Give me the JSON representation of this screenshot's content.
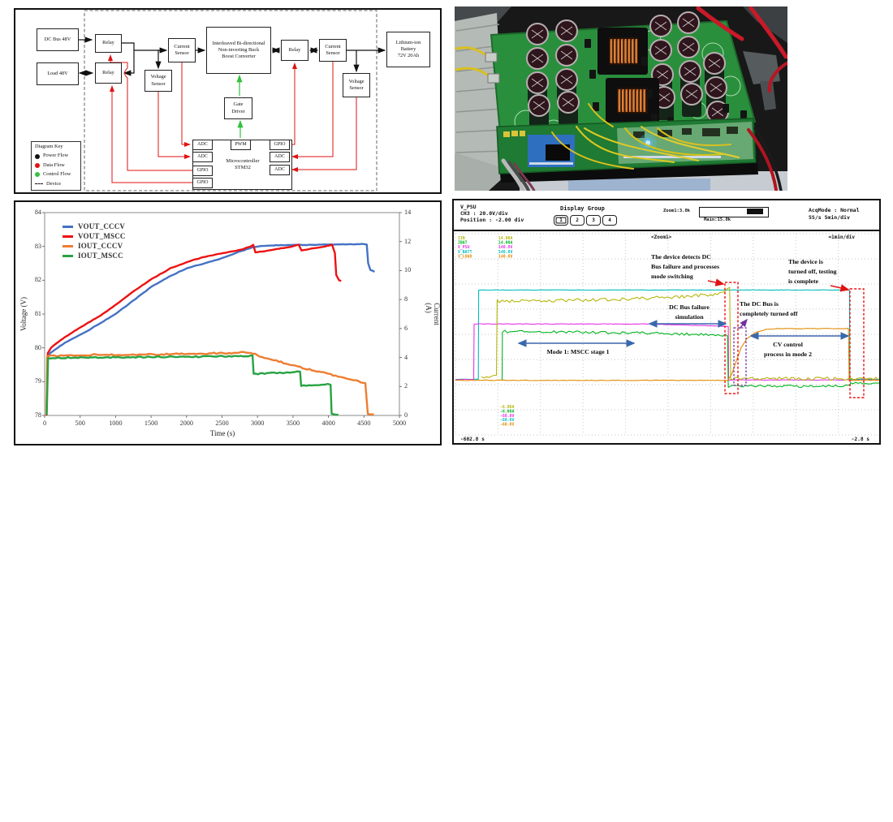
{
  "diagram": {
    "boxes": {
      "dc_bus": "DC Bus 48V",
      "load": "Load 48V",
      "relay_in": "Relay",
      "relay_load": "Relay",
      "current_sensor_left": "Current\nSensor",
      "voltage_sensor_left": "Voltage\nSensor",
      "converter": "Interleaved Bi-directional\nNon-inverting Buck\nBoost Converter",
      "gate_driver": "Gate\nDriver",
      "relay_bat": "Relay",
      "current_sensor_right": "Current\nSensor",
      "voltage_sensor_right": "Voltage\nSensor",
      "battery": "Lithium-ion\nBattery\n72V 20Ah",
      "mcu": "Microcontroller\nSTM32",
      "pwm": "PWM"
    },
    "ports_left": [
      "ADC",
      "ADC",
      "GPIO",
      "GPIO"
    ],
    "ports_right": [
      "GPIO",
      "ADC",
      "ADC"
    ],
    "key": {
      "title": "Diagram Key",
      "items": [
        {
          "label": "Power Flow",
          "color": "#111111",
          "marker": "dot"
        },
        {
          "label": "Data Flow",
          "color": "#e01212",
          "marker": "dot"
        },
        {
          "label": "Control Flow",
          "color": "#35c13f",
          "marker": "dot"
        },
        {
          "label": "Device",
          "color": "#111111",
          "marker": "dash"
        }
      ]
    }
  },
  "chart_data": [
    {
      "type": "line",
      "title": "",
      "xlabel": "Time (s)",
      "ylabel": "Voltage (V)",
      "y2label": "Current (A)",
      "xlim": [
        0,
        5000
      ],
      "ylim": [
        78,
        84
      ],
      "y2lim": [
        0,
        14
      ],
      "xticks": [
        0,
        500,
        1000,
        1500,
        2000,
        2500,
        3000,
        3500,
        4000,
        4500,
        5000
      ],
      "yticks": [
        78,
        79,
        80,
        81,
        82,
        83,
        84
      ],
      "y2ticks": [
        0,
        2,
        4,
        6,
        8,
        10,
        12,
        14
      ],
      "grid": false,
      "legend_position": "top-left-inside",
      "series": [
        {
          "name": "VOUT_CCCV",
          "axis": "left",
          "color": "#4472c4",
          "noise": 0.6,
          "points": [
            [
              25,
              78
            ],
            [
              40,
              79.7
            ],
            [
              80,
              79.85
            ],
            [
              150,
              79.95
            ],
            [
              250,
              80.1
            ],
            [
              400,
              80.28
            ],
            [
              600,
              80.5
            ],
            [
              800,
              80.75
            ],
            [
              1000,
              81.0
            ],
            [
              1250,
              81.4
            ],
            [
              1500,
              81.8
            ],
            [
              1750,
              82.1
            ],
            [
              2000,
              82.35
            ],
            [
              2250,
              82.5
            ],
            [
              2500,
              82.65
            ],
            [
              2750,
              82.85
            ],
            [
              2950,
              82.98
            ],
            [
              3100,
              83.02
            ],
            [
              3400,
              83.04
            ],
            [
              3800,
              83.05
            ],
            [
              4200,
              83.06
            ],
            [
              4500,
              83.07
            ],
            [
              4540,
              83.05
            ],
            [
              4560,
              82.5
            ],
            [
              4590,
              82.3
            ],
            [
              4650,
              82.25
            ]
          ]
        },
        {
          "name": "VOUT_MSCC",
          "axis": "left",
          "color": "#ee1111",
          "noise": 0.6,
          "points": [
            [
              25,
              78
            ],
            [
              45,
              79.85
            ],
            [
              90,
              80.0
            ],
            [
              160,
              80.12
            ],
            [
              260,
              80.28
            ],
            [
              420,
              80.5
            ],
            [
              620,
              80.75
            ],
            [
              820,
              81.0
            ],
            [
              1020,
              81.3
            ],
            [
              1270,
              81.7
            ],
            [
              1520,
              82.05
            ],
            [
              1770,
              82.35
            ],
            [
              2020,
              82.55
            ],
            [
              2270,
              82.7
            ],
            [
              2520,
              82.8
            ],
            [
              2770,
              82.9
            ],
            [
              2900,
              83.0
            ],
            [
              2940,
              83.05
            ],
            [
              2970,
              82.82
            ],
            [
              3100,
              82.86
            ],
            [
              3300,
              82.93
            ],
            [
              3500,
              83.0
            ],
            [
              3580,
              83.05
            ],
            [
              3620,
              82.88
            ],
            [
              3800,
              82.95
            ],
            [
              3950,
              83.0
            ],
            [
              4050,
              83.05
            ],
            [
              4090,
              82.8
            ],
            [
              4110,
              82.15
            ],
            [
              4150,
              82.0
            ],
            [
              4180,
              81.98
            ]
          ]
        },
        {
          "name": "IOUT_CCCV",
          "axis": "right",
          "color": "#ed7d31",
          "noise": 1.8,
          "points": [
            [
              25,
              0.05
            ],
            [
              35,
              4.1
            ],
            [
              300,
              4.15
            ],
            [
              800,
              4.2
            ],
            [
              1400,
              4.2
            ],
            [
              2000,
              4.25
            ],
            [
              2600,
              4.3
            ],
            [
              2900,
              4.35
            ],
            [
              3000,
              4.15
            ],
            [
              3200,
              3.85
            ],
            [
              3500,
              3.45
            ],
            [
              3800,
              3.1
            ],
            [
              4100,
              2.75
            ],
            [
              4350,
              2.45
            ],
            [
              4520,
              2.25
            ],
            [
              4555,
              0.12
            ],
            [
              4640,
              0.08
            ]
          ]
        },
        {
          "name": "IOUT_MSCC",
          "axis": "right",
          "color": "#27a343",
          "noise": 1.5,
          "points": [
            [
              30,
              0.05
            ],
            [
              48,
              3.95
            ],
            [
              400,
              4.0
            ],
            [
              1000,
              4.0
            ],
            [
              1600,
              4.05
            ],
            [
              2200,
              4.05
            ],
            [
              2700,
              4.1
            ],
            [
              2930,
              4.1
            ],
            [
              2945,
              2.85
            ],
            [
              3100,
              2.9
            ],
            [
              3350,
              2.95
            ],
            [
              3560,
              3.0
            ],
            [
              3600,
              3.0
            ],
            [
              3615,
              2.05
            ],
            [
              3800,
              2.1
            ],
            [
              3950,
              2.15
            ],
            [
              4030,
              2.15
            ],
            [
              4045,
              0.1
            ],
            [
              4140,
              0.06
            ]
          ]
        }
      ]
    },
    {
      "type": "line",
      "title": "<Zoom1>",
      "x_unit": "s",
      "xlim": [
        -602.8,
        -2.8
      ],
      "time_per_div": "1min/div",
      "volts_per_div": 20,
      "amps_per_div": 2,
      "series": [
        {
          "name": "V_BATT",
          "unit": "V",
          "color": "#00bdbd",
          "noise": 0.5,
          "points": [
            [
              -602.8,
              1
            ],
            [
              -570.5,
              1
            ],
            [
              -570,
              72
            ],
            [
              -47,
              72
            ],
            [
              -46.5,
              1
            ],
            [
              -2.8,
              1
            ]
          ]
        },
        {
          "name": "V_PSU",
          "unit": "V",
          "color": "#e632e6",
          "noise": 0.5,
          "points": [
            [
              -602.8,
              0.8
            ],
            [
              -577,
              0.8
            ],
            [
              -576.5,
              45
            ],
            [
              -333,
              45
            ],
            [
              -260,
              43.8
            ],
            [
              -218,
              43
            ],
            [
              -217.5,
              0.5
            ],
            [
              -2.8,
              0.5
            ]
          ]
        },
        {
          "name": "IIN",
          "unit": "A",
          "color": "#b5b50a",
          "noise": 4,
          "points": [
            [
              -566,
              0.3
            ],
            [
              -545,
              0.3
            ],
            [
              -544,
              6.3
            ],
            [
              -450,
              6.35
            ],
            [
              -350,
              6.5
            ],
            [
              -280,
              6.7
            ],
            [
              -230,
              6.9
            ],
            [
              -216,
              7.4
            ],
            [
              -214.5,
              0.15
            ],
            [
              -2.8,
              0.15
            ]
          ]
        },
        {
          "name": "IBAT",
          "unit": "A",
          "color": "#00b41e",
          "noise": 3,
          "points": [
            [
              -537,
              0.0
            ],
            [
              -536.5,
              3.9
            ],
            [
              -450,
              3.85
            ],
            [
              -350,
              3.8
            ],
            [
              -280,
              3.7
            ],
            [
              -219,
              3.6
            ],
            [
              -218,
              -0.45
            ],
            [
              -46,
              -0.45
            ],
            [
              -45.5,
              -0.2
            ],
            [
              -2.8,
              -0.2
            ]
          ]
        },
        {
          "name": "V_LOAD",
          "unit": "V",
          "color": "#e08a00",
          "noise": 0.8,
          "points": [
            [
              -602.8,
              0.2
            ],
            [
              -219,
              0.2
            ],
            [
              -213,
              5
            ],
            [
              -207,
              15
            ],
            [
              -200,
              26
            ],
            [
              -192,
              33
            ],
            [
              -180,
              38
            ],
            [
              -165,
              40.5
            ],
            [
              -150,
              41.3
            ],
            [
              -48.5,
              41.3
            ],
            [
              -47.5,
              0.3
            ],
            [
              -2.8,
              0.3
            ]
          ]
        }
      ]
    }
  ],
  "scope": {
    "header": {
      "left_block": "V_PSU\nCH3      : 20.0V/div\nPosition : -2.00 div",
      "display_group": "Display Group",
      "buttons": [
        "1",
        "2",
        "3",
        "4"
      ],
      "active_button": "1",
      "zoom_label": "Zoom1:3.0k",
      "main_label": "Main:15.0k",
      "acq": "AcqMode : Normal",
      "rate": "5S/s   5min/div"
    },
    "plot": {
      "zoom_title": "<Zoom1>",
      "scale_label": "=1min/div",
      "t_left": "-602.8 s",
      "t_right": "-2.8 s",
      "channels": [
        {
          "name": "IIN",
          "value": "14.00A",
          "offset": "-6.00A",
          "color": "#b5b50a"
        },
        {
          "name": "IBAT",
          "value": "14.00A",
          "offset": "-6.00A",
          "color": "#00b41e"
        },
        {
          "name": "V_PSU",
          "value": "140.0V",
          "offset": "-60.0V",
          "color": "#e632e6"
        },
        {
          "name": "V_BATT",
          "value": "140.0V",
          "offset": "-60.0V",
          "color": "#00bdbd"
        },
        {
          "name": "V_LOAD",
          "value": "140.0V",
          "offset": "-60.0V",
          "color": "#e08a00"
        }
      ]
    },
    "annotations": {
      "detect": "The device detects DC\nBus failure and processes\nmode switching",
      "complete": "The device is\nturned off, testing\nis complete",
      "bus_off": "The DC Bus is\ncompletely turned off",
      "failure_sim": "DC Bus failure\nsimulation",
      "mode1": "Mode 1: MSCC stage 1",
      "cv": "CV control\nprocess in mode 2"
    }
  }
}
